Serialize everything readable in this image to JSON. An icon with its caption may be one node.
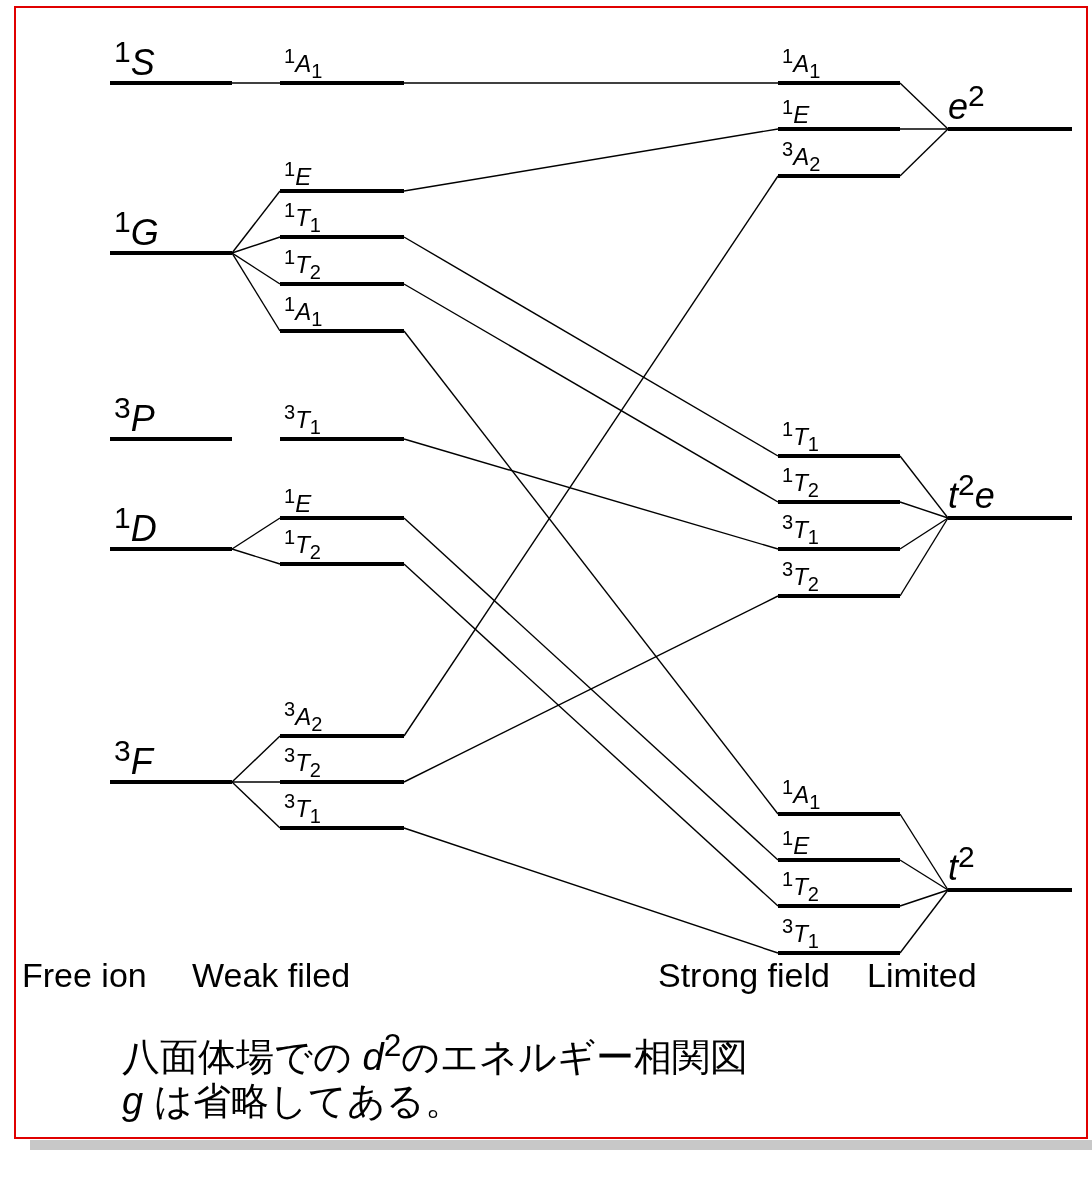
{
  "diagram": {
    "nodes": [
      {
        "text": [
          "$^{1}$*S*"
        ]
      },
      {
        "text": [
          "$^{1}$*G*"
        ]
      },
      {
        "text": [
          "$^{3}$*P*"
        ]
      },
      {
        "text": [
          "$^{1}$*D*"
        ]
      },
      {
        "text": [
          "$^{3}$*F*"
        ]
      },
      {
        "text": [
          "$^{1}$*A*$_{1}$"
        ]
      },
      {
        "text": [
          "$^{1}$*E*"
        ]
      },
      {
        "text": [
          "$^{1}$*T*$_{1}$"
        ]
      },
      {
        "text": [
          "$^{1}$*T*$_{2}$"
        ]
      },
      {
        "text": [
          "$^{1}$*A*$_{1}$"
        ]
      },
      {
        "text": [
          "$^{3}$*T*$_{1}$"
        ]
      },
      {
        "text": [
          "$^{1}$*E*"
        ]
      },
      {
        "text": [
          "$^{1}$*T*$_{2}$"
        ]
      },
      {
        "text": [
          "$^{3}$*A*$_{2}$"
        ]
      },
      {
        "text": [
          "$^{3}$*T*$_{2}$"
        ]
      },
      {
        "text": [
          "$^{3}$*T*$_{1}$"
        ]
      },
      {
        "text": [
          "$^{1}$*A*$_{1}$"
        ]
      },
      {
        "text": [
          "$^{1}$*E*"
        ]
      },
      {
        "text": [
          "$^{3}$*A*$_{2}$"
        ]
      },
      {
        "text": [
          "$^{1}$*T*$_{1}$"
        ]
      },
      {
        "text": [
          "$^{1}$*T*$_{2}$"
        ]
      },
      {
        "text": [
          "$^{3}$*T*$_{1}$"
        ]
      },
      {
        "text": [
          "$^{3}$*T*$_{2}$"
        ]
      },
      {
        "text": [
          "$^{1}$*A*$_{1}$"
        ]
      },
      {
        "text": [
          "$^{1}$*E*"
        ]
      },
      {
        "text": [
          "$^{1}$*T*$_{2}$"
        ]
      },
      {
        "text": [
          "$^{3}$*T*$_{1}$"
        ]
      },
      {
        "text": [
          "*e*$^{2}$"
        ]
      },
      {
        "text": [
          "*t*$^{2}$*e*"
        ]
      },
      {
        "text": [
          "*t*$^{2}$"
        ]
      }
    ],
    "edges": [
      {
        "from": 0,
        "to": 5,
        "arrow": "none"
      },
      {
        "from": 1,
        "to": 6,
        "arrow": "none"
      },
      {
        "from": 1,
        "to": 7,
        "arrow": "none"
      },
      {
        "from": 1,
        "to": 8,
        "arrow": "none"
      },
      {
        "from": 1,
        "to": 9,
        "arrow": "none"
      },
      {
        "from": 3,
        "to": 11,
        "arrow": "none"
      },
      {
        "from": 3,
        "to": 12,
        "arrow": "none"
      },
      {
        "from": 4,
        "to": 13,
        "arrow": "none"
      },
      {
        "from": 4,
        "to": 14,
        "arrow": "none"
      },
      {
        "from": 4,
        "to": 15,
        "arrow": "none"
      },
      {
        "from": 5,
        "to": 16,
        "arrow": "none"
      },
      {
        "from": 6,
        "to": 17,
        "arrow": "none"
      },
      {
        "from": 7,
        "to": 19,
        "arrow": "none"
      },
      {
        "from": 8,
        "to": 20,
        "arrow": "none"
      },
      {
        "from": 9,
        "to": 23,
        "arrow": "none"
      },
      {
        "from": 10,
        "to": 21,
        "arrow": "none"
      },
      {
        "from": 11,
        "to": 24,
        "arrow": "none"
      },
      {
        "from": 12,
        "to": 25,
        "arrow": "none"
      },
      {
        "from": 13,
        "to": 18,
        "arrow": "none"
      },
      {
        "from": 14,
        "to": 22,
        "arrow": "none"
      },
      {
        "from": 15,
        "to": 26,
        "arrow": "none"
      },
      {
        "from": 16,
        "to": 27,
        "arrow": "none"
      },
      {
        "from": 17,
        "to": 27,
        "arrow": "none"
      },
      {
        "from": 18,
        "to": 27,
        "arrow": "none"
      },
      {
        "from": 19,
        "to": 28,
        "arrow": "none"
      },
      {
        "from": 20,
        "to": 28,
        "arrow": "none"
      },
      {
        "from": 21,
        "to": 28,
        "arrow": "none"
      },
      {
        "from": 22,
        "to": 28,
        "arrow": "none"
      },
      {
        "from": 23,
        "to": 29,
        "arrow": "none"
      },
      {
        "from": 24,
        "to": 29,
        "arrow": "none"
      },
      {
        "from": 25,
        "to": 29,
        "arrow": "none"
      },
      {
        "from": 26,
        "to": 29,
        "arrow": "none"
      }
    ],
    "labels": [
      "Free ion",
      "Weak filed",
      "Strong field",
      "Limited",
      "八面体場での *d*$^{2}$のエネルギー相関図",
      "*g* は省略してある。"
    ]
  }
}
